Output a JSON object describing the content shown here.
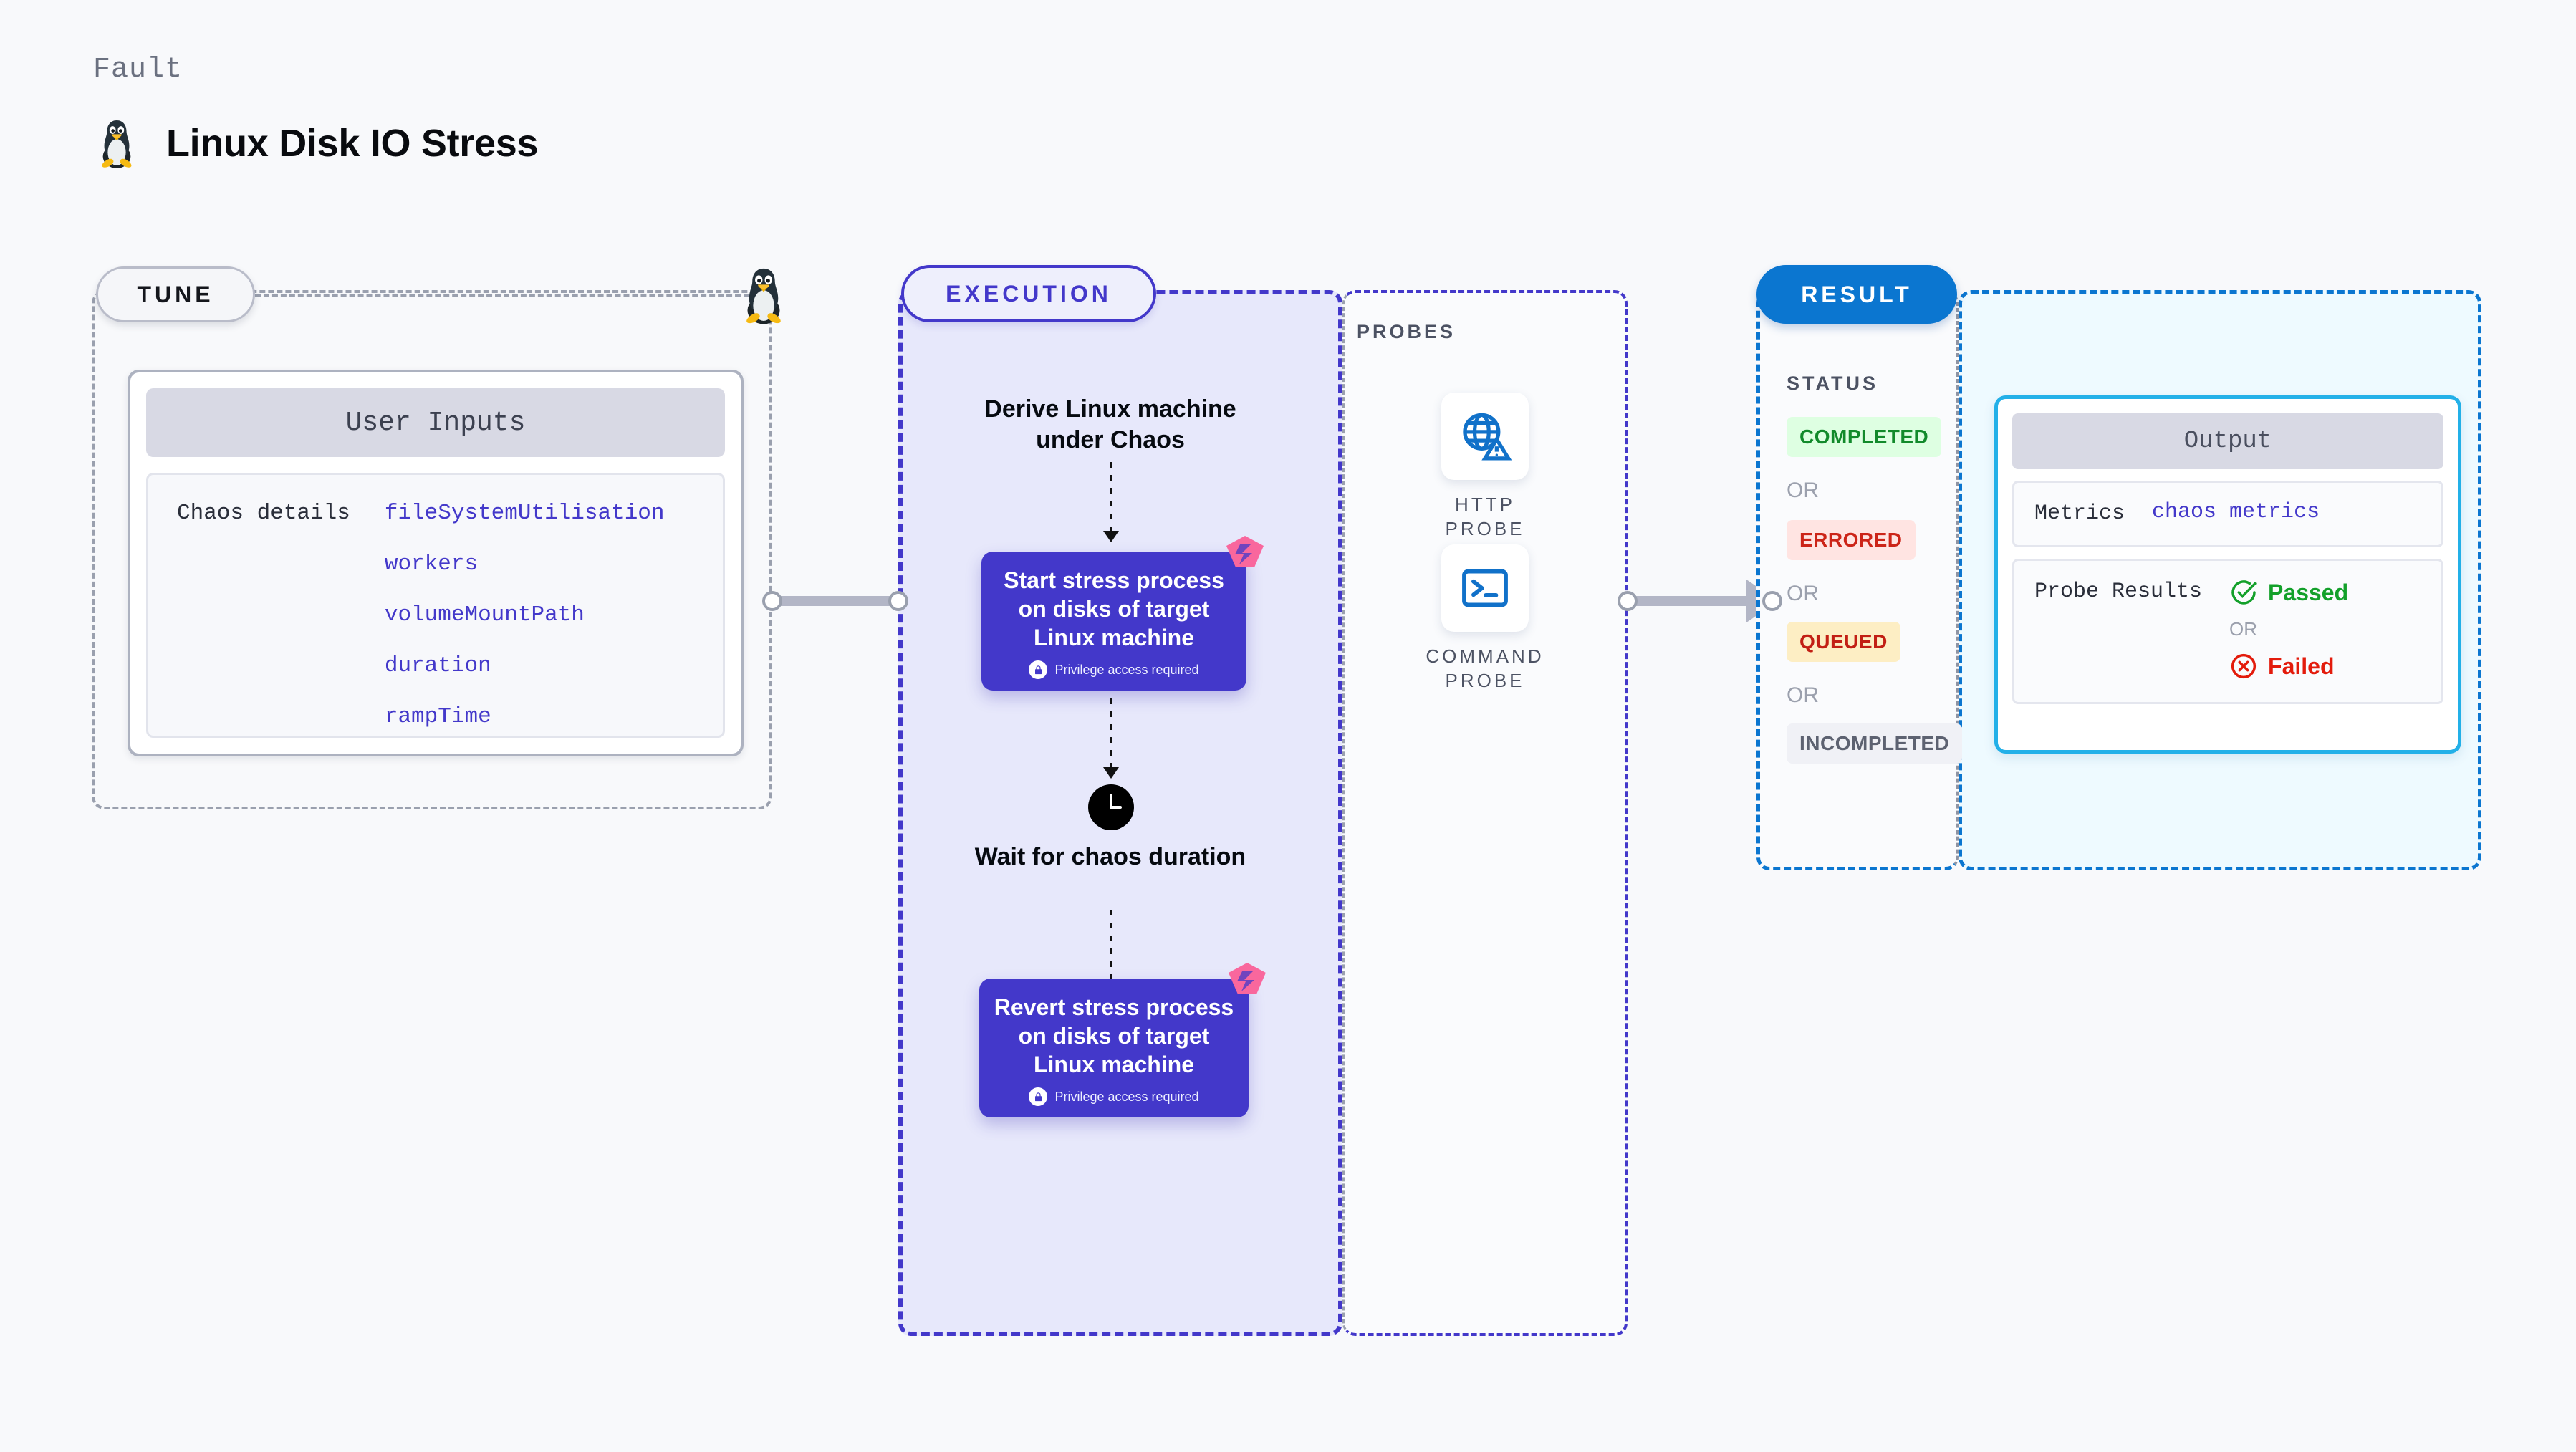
{
  "header": {
    "kind_label": "Fault",
    "title": "Linux Disk IO Stress",
    "icon": "tux-penguin-icon"
  },
  "tune": {
    "badge": "TUNE",
    "card_title": "User Inputs",
    "key_label": "Chaos details",
    "params": [
      "fileSystemUtilisation",
      "workers",
      "volumeMountPath",
      "duration",
      "rampTime"
    ]
  },
  "execution": {
    "badge": "EXECUTION",
    "steps": [
      {
        "type": "text",
        "label": "Derive Linux machine under Chaos"
      },
      {
        "type": "box",
        "label": "Start stress process on disks of target Linux machine",
        "note": "Privilege access required",
        "badge_icon": "litmus-logo-icon"
      },
      {
        "type": "clock",
        "label": "Wait for chaos duration",
        "icon": "clock-icon"
      },
      {
        "type": "box",
        "label": "Revert stress process on disks of target Linux machine",
        "note": "Privilege access required",
        "badge_icon": "litmus-logo-icon"
      }
    ]
  },
  "probes": {
    "section_label": "PROBES",
    "items": [
      {
        "name": "HTTP PROBE",
        "icon": "globe-warning-icon"
      },
      {
        "name": "COMMAND PROBE",
        "icon": "terminal-icon"
      }
    ]
  },
  "result": {
    "badge": "RESULT",
    "status_label": "STATUS",
    "or_label": "OR",
    "statuses": [
      {
        "label": "COMPLETED",
        "color": "#128a2b",
        "bg": "#deffe2"
      },
      {
        "label": "ERRORED",
        "color": "#cc2418",
        "bg": "#ffe4e2"
      },
      {
        "label": "QUEUED",
        "color": "#c21f14",
        "bg": "#fdeec4"
      },
      {
        "label": "INCOMPLETED",
        "color": "#5d6271",
        "bg": "#f0f1f6"
      }
    ]
  },
  "output": {
    "card_title": "Output",
    "metrics_key": "Metrics",
    "metrics_value": "chaos metrics",
    "probe_results_key": "Probe Results",
    "passed_label": "Passed",
    "failed_label": "Failed",
    "or_label": "OR",
    "passed_icon": "check-circle-icon",
    "failed_icon": "x-circle-icon"
  },
  "colors": {
    "accent_purple": "#4338ca",
    "accent_blue": "#0b76d0",
    "accent_cyan": "#23b0e8",
    "pink_logo": "#f9679d",
    "page_bg": "#f8f9fb"
  }
}
